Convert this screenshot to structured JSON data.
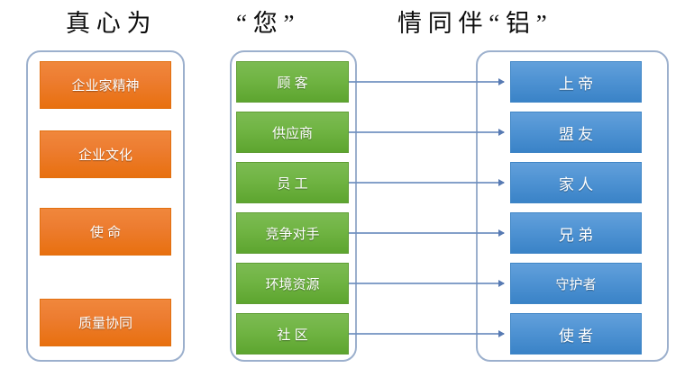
{
  "title": {
    "segments": [
      "真  心  为",
      "“  您  ”",
      "情  同  伴  “  铝  ”"
    ],
    "full_text": "真 心 为 “ 您 ” 情 同 伴 “ 铝 ”"
  },
  "colors": {
    "orange": "#ED7D31",
    "green": "#70AD47",
    "blue": "#4F93D3",
    "panel_border": "#9CB0CD",
    "connector": "#6E8FC0",
    "title_text": "#0D0D0D",
    "box_text": "#FFFFFF"
  },
  "columns": {
    "left": {
      "name": "company-values-column",
      "items": [
        {
          "label": "企业家精神"
        },
        {
          "label": "企业文化"
        },
        {
          "label": "使  命"
        },
        {
          "label": "质量协同"
        }
      ]
    },
    "middle": {
      "name": "stakeholders-column",
      "items": [
        {
          "label": "顾  客"
        },
        {
          "label": "供应商"
        },
        {
          "label": "员  工"
        },
        {
          "label": "竞争对手"
        },
        {
          "label": "环境资源"
        },
        {
          "label": "社  区"
        }
      ]
    },
    "right": {
      "name": "roles-column",
      "items": [
        {
          "label": "上  帝"
        },
        {
          "label": "盟  友"
        },
        {
          "label": "家  人"
        },
        {
          "label": "兄  弟"
        },
        {
          "label": "守护者"
        },
        {
          "label": "使  者"
        }
      ]
    }
  },
  "connectors": [
    {
      "from": "顾  客",
      "to": "上  帝"
    },
    {
      "from": "供应商",
      "to": "盟  友"
    },
    {
      "from": "员  工",
      "to": "家  人"
    },
    {
      "from": "竞争对手",
      "to": "兄  弟"
    },
    {
      "from": "环境资源",
      "to": "守护者"
    },
    {
      "from": "社  区",
      "to": "使  者"
    }
  ]
}
